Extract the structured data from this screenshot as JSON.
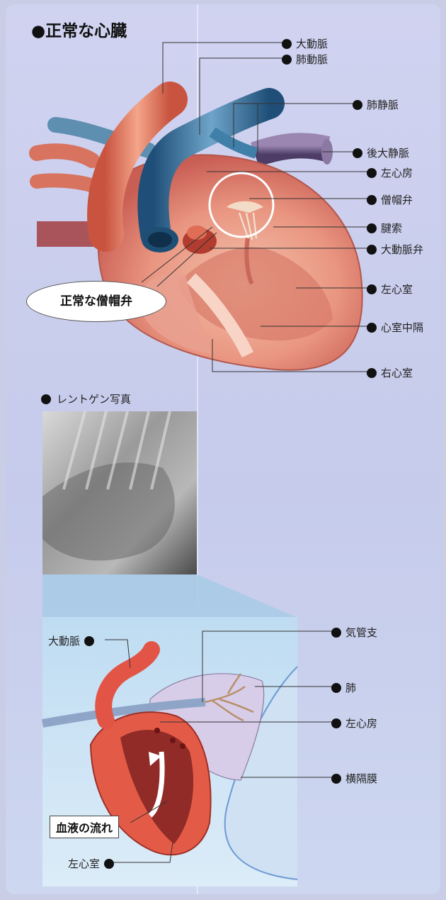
{
  "title": "●正常な心臓",
  "heart_labels": {
    "aorta": "大動脈",
    "pulmonary_artery": "肺動脈",
    "pulmonary_vein": "肺静脈",
    "posterior_vena_cava": "後大静脈",
    "left_atrium": "左心房",
    "mitral_valve": "僧帽弁",
    "chordae": "腱索",
    "aortic_valve": "大動脈弁",
    "left_ventricle": "左心室",
    "septum": "心室中隔",
    "right_ventricle": "右心室"
  },
  "callout": "正常な僧帽弁",
  "xray_heading": "レントゲン写真",
  "xray_labels": {
    "aorta": "大動脈",
    "bronchus": "気管支",
    "lung": "肺",
    "left_atrium": "左心房",
    "diaphragm": "横隔膜",
    "blood_flow": "血液の流れ",
    "left_ventricle": "左心室"
  },
  "colors": {
    "background": "#c9cde6",
    "aorta": "#e9826a",
    "pulmonary_artery": "#3f7fa8",
    "vein": "#6c5a86",
    "myocardium": "#e58c7c"
  }
}
